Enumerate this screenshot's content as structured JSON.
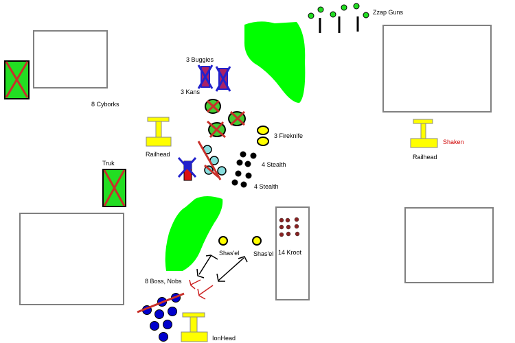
{
  "labels": {
    "zzap_guns": "Zzap Guns",
    "buggies": "3 Buggies",
    "kans": "3 Kans",
    "cyborks": "8 Cyborks",
    "railhead_left": "Railhead",
    "railhead_right": "Railhead",
    "shaken": "Shaken",
    "fireknife": "3 Fireknife",
    "stealth_1": "4 Stealth",
    "stealth_2": "4 Stealth",
    "truk": "Truk",
    "shasel_1": "Shas'el",
    "shasel_2": "Shas'el",
    "kroot": "14 Kroot",
    "boss_nobs": "8 Boss, Nobs",
    "ionhead": "IonHead"
  },
  "colors": {
    "forest": "#00ff00",
    "tau": "#ffff00",
    "ork_blue": "#0000cc",
    "casualty_cross": "#c8302a",
    "shaken_text": "#d00000"
  }
}
